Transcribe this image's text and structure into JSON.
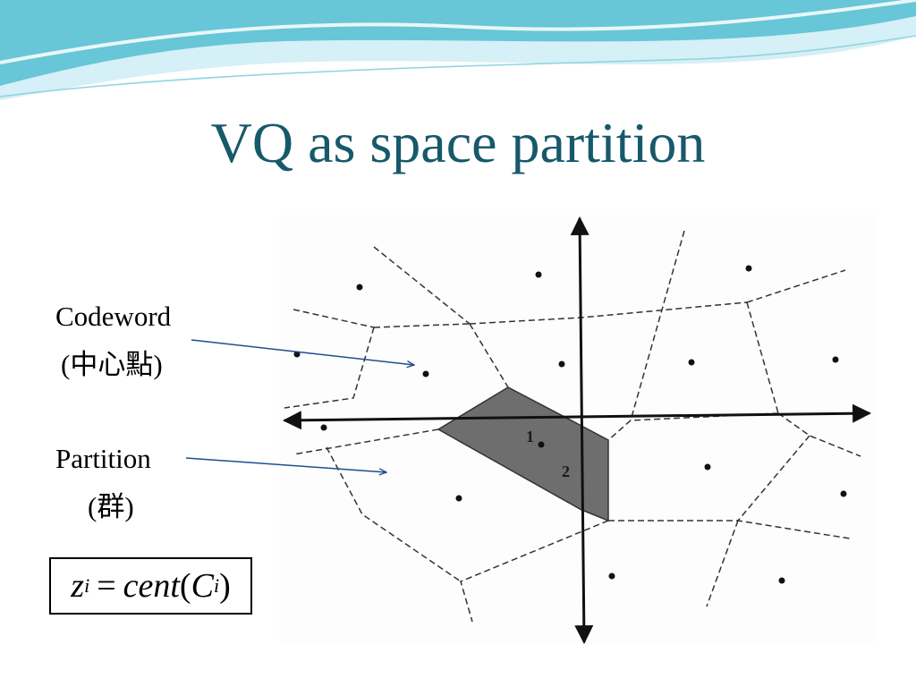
{
  "slide": {
    "title": "VQ as space partition"
  },
  "labels": {
    "codeword": "Codeword",
    "codeword_note": "(中心點)",
    "partition": "Partition",
    "partition_note": "(群)"
  },
  "formula": {
    "lhs": "z",
    "lhs_sub": "i",
    "equals": "=",
    "func": "cent",
    "open": "(",
    "arg": "C",
    "arg_sub": "i",
    "close": ")"
  },
  "diagram": {
    "cell_labels": [
      "1",
      "2"
    ]
  },
  "colors": {
    "title": "#17596b",
    "arrow": "#1f4e8c",
    "shaded_cell": "#6b6b6b",
    "header_wave_dark": "#5fc3d6",
    "header_wave_light": "#bfe8f1"
  }
}
